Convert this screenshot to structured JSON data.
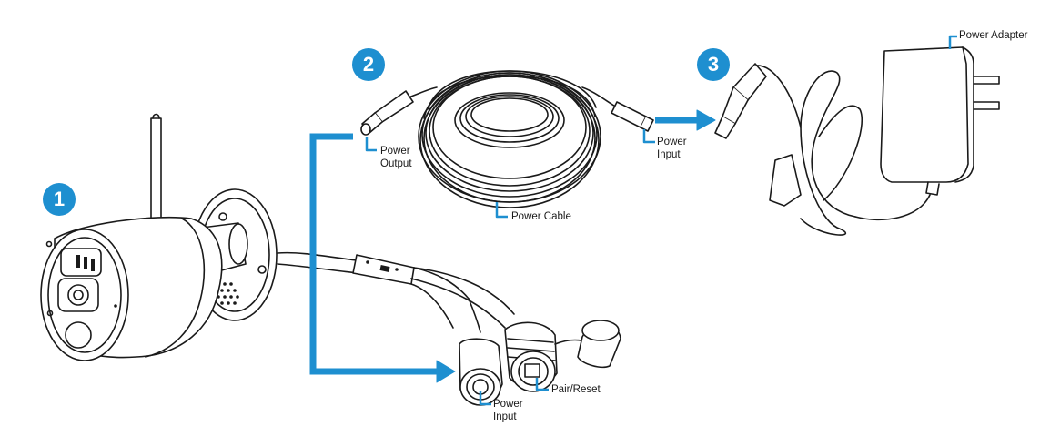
{
  "colors": {
    "accent": "#1e8fd0",
    "line": "#1a1a1a",
    "fill": "#ffffff"
  },
  "steps": [
    {
      "number": "1"
    },
    {
      "number": "2"
    },
    {
      "number": "3"
    }
  ],
  "labels": {
    "power_output": [
      "Power",
      "Output"
    ],
    "power_cable": "Power Cable",
    "power_input_cable": [
      "Power",
      "Input"
    ],
    "power_adapter": "Power Adapter",
    "power_input_camera": [
      "Power",
      "Input"
    ],
    "pair_reset": "Pair/Reset"
  }
}
